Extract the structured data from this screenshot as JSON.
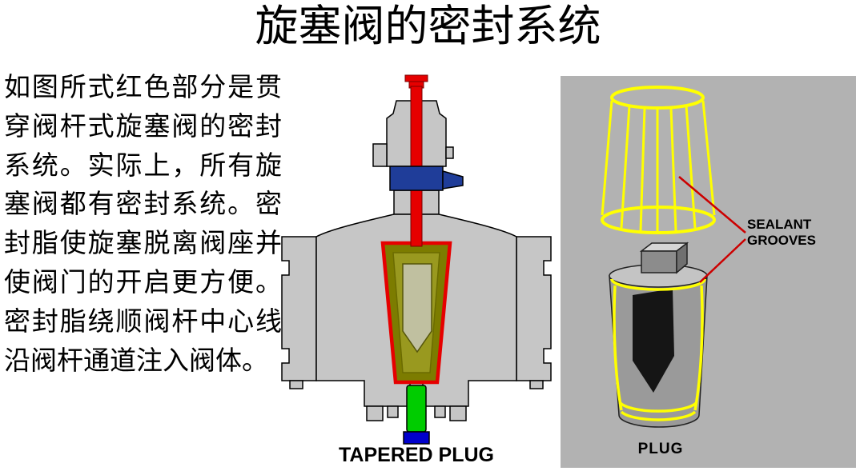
{
  "slide": {
    "title": "旋塞阀的密封系统",
    "description": "如图所式红色部分是贯穿阀杆式旋塞阀的密封系统。实际上，所有旋塞阀都有密封系统。密封脂使旋塞脱离阀座并使阀门的开启更方便。密封脂绕顺阀杆中心线沿阀杆通道注入阀体。"
  },
  "center_diagram": {
    "caption": "TAPERED PLUG"
  },
  "right_diagram": {
    "sealant_grooves_label": "SEALANT GROOVES",
    "plug_label": "PLUG"
  },
  "colors": {
    "stem_red": "#e60000",
    "gland_blue": "#1f3d99",
    "plug_olive": "#7c7c00",
    "plug_inner_olive": "#99991f",
    "plug_core": "#c0c0a0",
    "lubricant_green": "#00cc00",
    "cap_blue": "#0000cc",
    "body_gray": "#c6c6c6",
    "panel_gray": "#b2b2b2",
    "groove_yellow": "#ffff00",
    "pointer_red": "#cc0000"
  }
}
